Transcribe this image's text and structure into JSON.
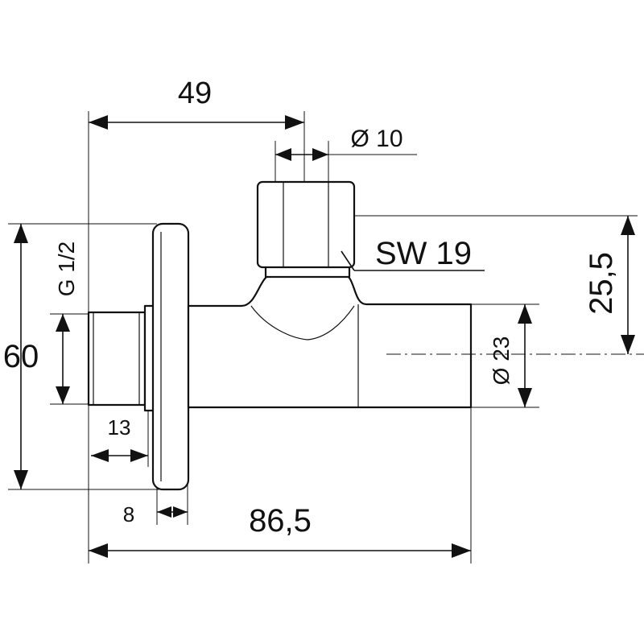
{
  "labels": {
    "width_top": "49",
    "bore": "Ø 10",
    "wrench_size": "SW 19",
    "height_right": "25,5",
    "thread": "G 1/2",
    "outlet_dia": "Ø 23",
    "height_left": "60",
    "thread_len": "13",
    "flange": "8",
    "total_len": "86,5"
  },
  "colors": {
    "line": "#111111",
    "background": "#ffffff"
  }
}
